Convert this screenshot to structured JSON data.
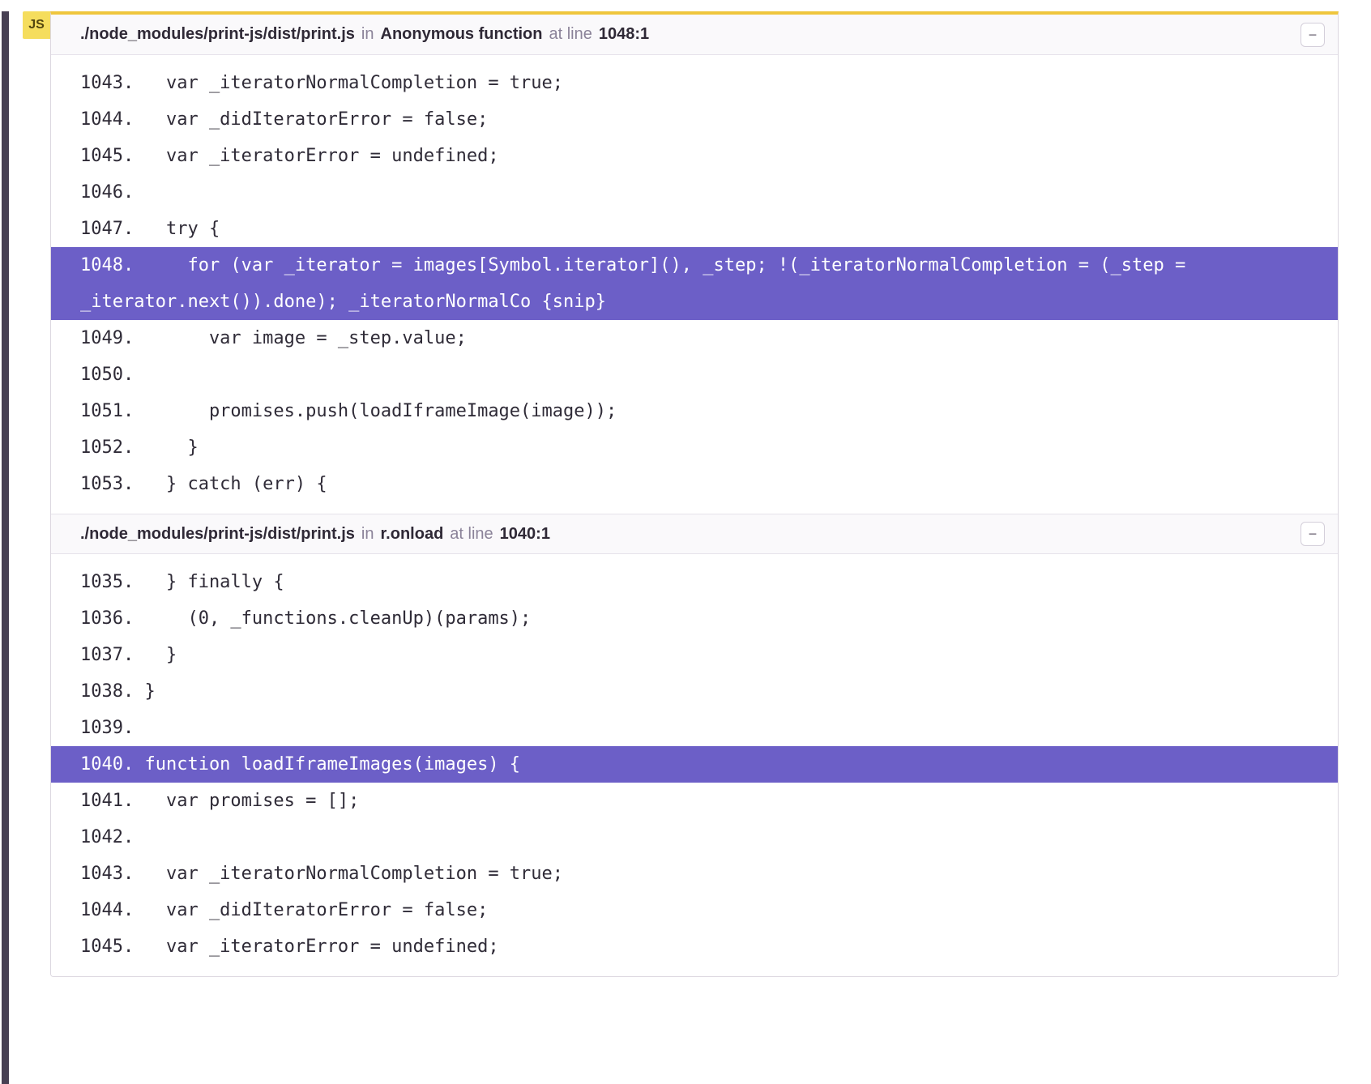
{
  "badge": {
    "label": "JS"
  },
  "icons": {
    "collapse": "−"
  },
  "colors": {
    "highlight": "#6C5FC7",
    "accent_yellow": "#efc63d",
    "badge_bg": "#f5dd5d",
    "badge_text": "#52450f",
    "left_bar": "#474053"
  },
  "frames": [
    {
      "path": "./node_modules/print-js/dist/print.js",
      "in_label": "in",
      "function": "Anonymous function",
      "at_label": "at line",
      "line_ref": "1048:1",
      "lines": [
        {
          "no": "1043.",
          "code": "  var _iteratorNormalCompletion = true;",
          "highlight": false
        },
        {
          "no": "1044.",
          "code": "  var _didIteratorError = false;",
          "highlight": false
        },
        {
          "no": "1045.",
          "code": "  var _iteratorError = undefined;",
          "highlight": false
        },
        {
          "no": "1046.",
          "code": "",
          "highlight": false
        },
        {
          "no": "1047.",
          "code": "  try {",
          "highlight": false
        },
        {
          "no": "1048.",
          "code": "    for (var _iterator = images[Symbol.iterator](), _step; !(_iteratorNormalCompletion = (_step = _iterator.next()).done); _iteratorNormalCo {snip}",
          "highlight": true
        },
        {
          "no": "1049.",
          "code": "      var image = _step.value;",
          "highlight": false
        },
        {
          "no": "1050.",
          "code": "",
          "highlight": false
        },
        {
          "no": "1051.",
          "code": "      promises.push(loadIframeImage(image));",
          "highlight": false
        },
        {
          "no": "1052.",
          "code": "    }",
          "highlight": false
        },
        {
          "no": "1053.",
          "code": "  } catch (err) {",
          "highlight": false
        }
      ]
    },
    {
      "path": "./node_modules/print-js/dist/print.js",
      "in_label": "in",
      "function": "r.onload",
      "at_label": "at line",
      "line_ref": "1040:1",
      "lines": [
        {
          "no": "1035.",
          "code": "  } finally {",
          "highlight": false
        },
        {
          "no": "1036.",
          "code": "    (0, _functions.cleanUp)(params);",
          "highlight": false
        },
        {
          "no": "1037.",
          "code": "  }",
          "highlight": false
        },
        {
          "no": "1038.",
          "code": "}",
          "highlight": false
        },
        {
          "no": "1039.",
          "code": "",
          "highlight": false
        },
        {
          "no": "1040.",
          "code": "function loadIframeImages(images) {",
          "highlight": true
        },
        {
          "no": "1041.",
          "code": "  var promises = [];",
          "highlight": false
        },
        {
          "no": "1042.",
          "code": "",
          "highlight": false
        },
        {
          "no": "1043.",
          "code": "  var _iteratorNormalCompletion = true;",
          "highlight": false
        },
        {
          "no": "1044.",
          "code": "  var _didIteratorError = false;",
          "highlight": false
        },
        {
          "no": "1045.",
          "code": "  var _iteratorError = undefined;",
          "highlight": false
        }
      ]
    }
  ]
}
